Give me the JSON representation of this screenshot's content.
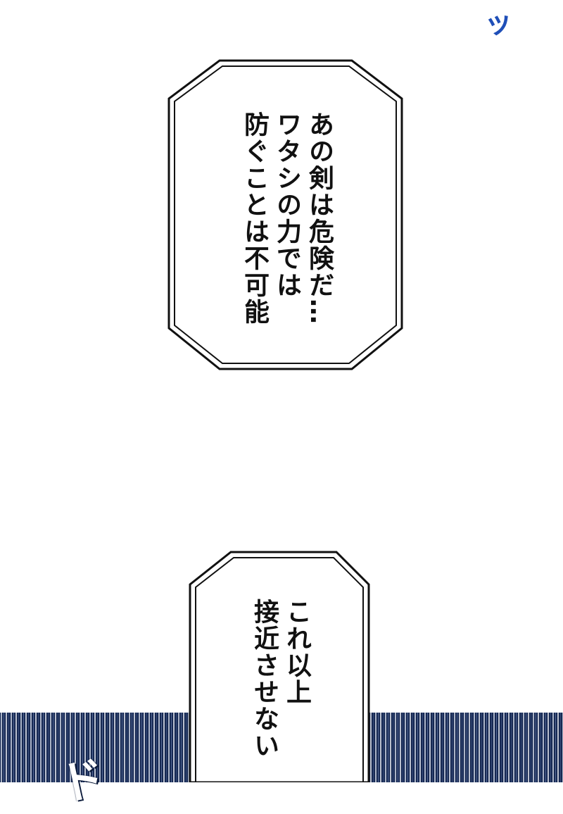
{
  "sfx_top": "ッ",
  "sfx_bottom": "ド",
  "bubble1": {
    "lines": [
      "あの剣は危険だ…",
      "ワタシの力では",
      "防ぐことは不可能"
    ]
  },
  "bubble2": {
    "lines": [
      "これ以上",
      "接近させない"
    ]
  },
  "colors": {
    "background": "#ffffff",
    "sfx_blue": "#1f4fb8",
    "speedline_dark": "#0b1a3a",
    "speedline_light": "#8fa2c8"
  }
}
